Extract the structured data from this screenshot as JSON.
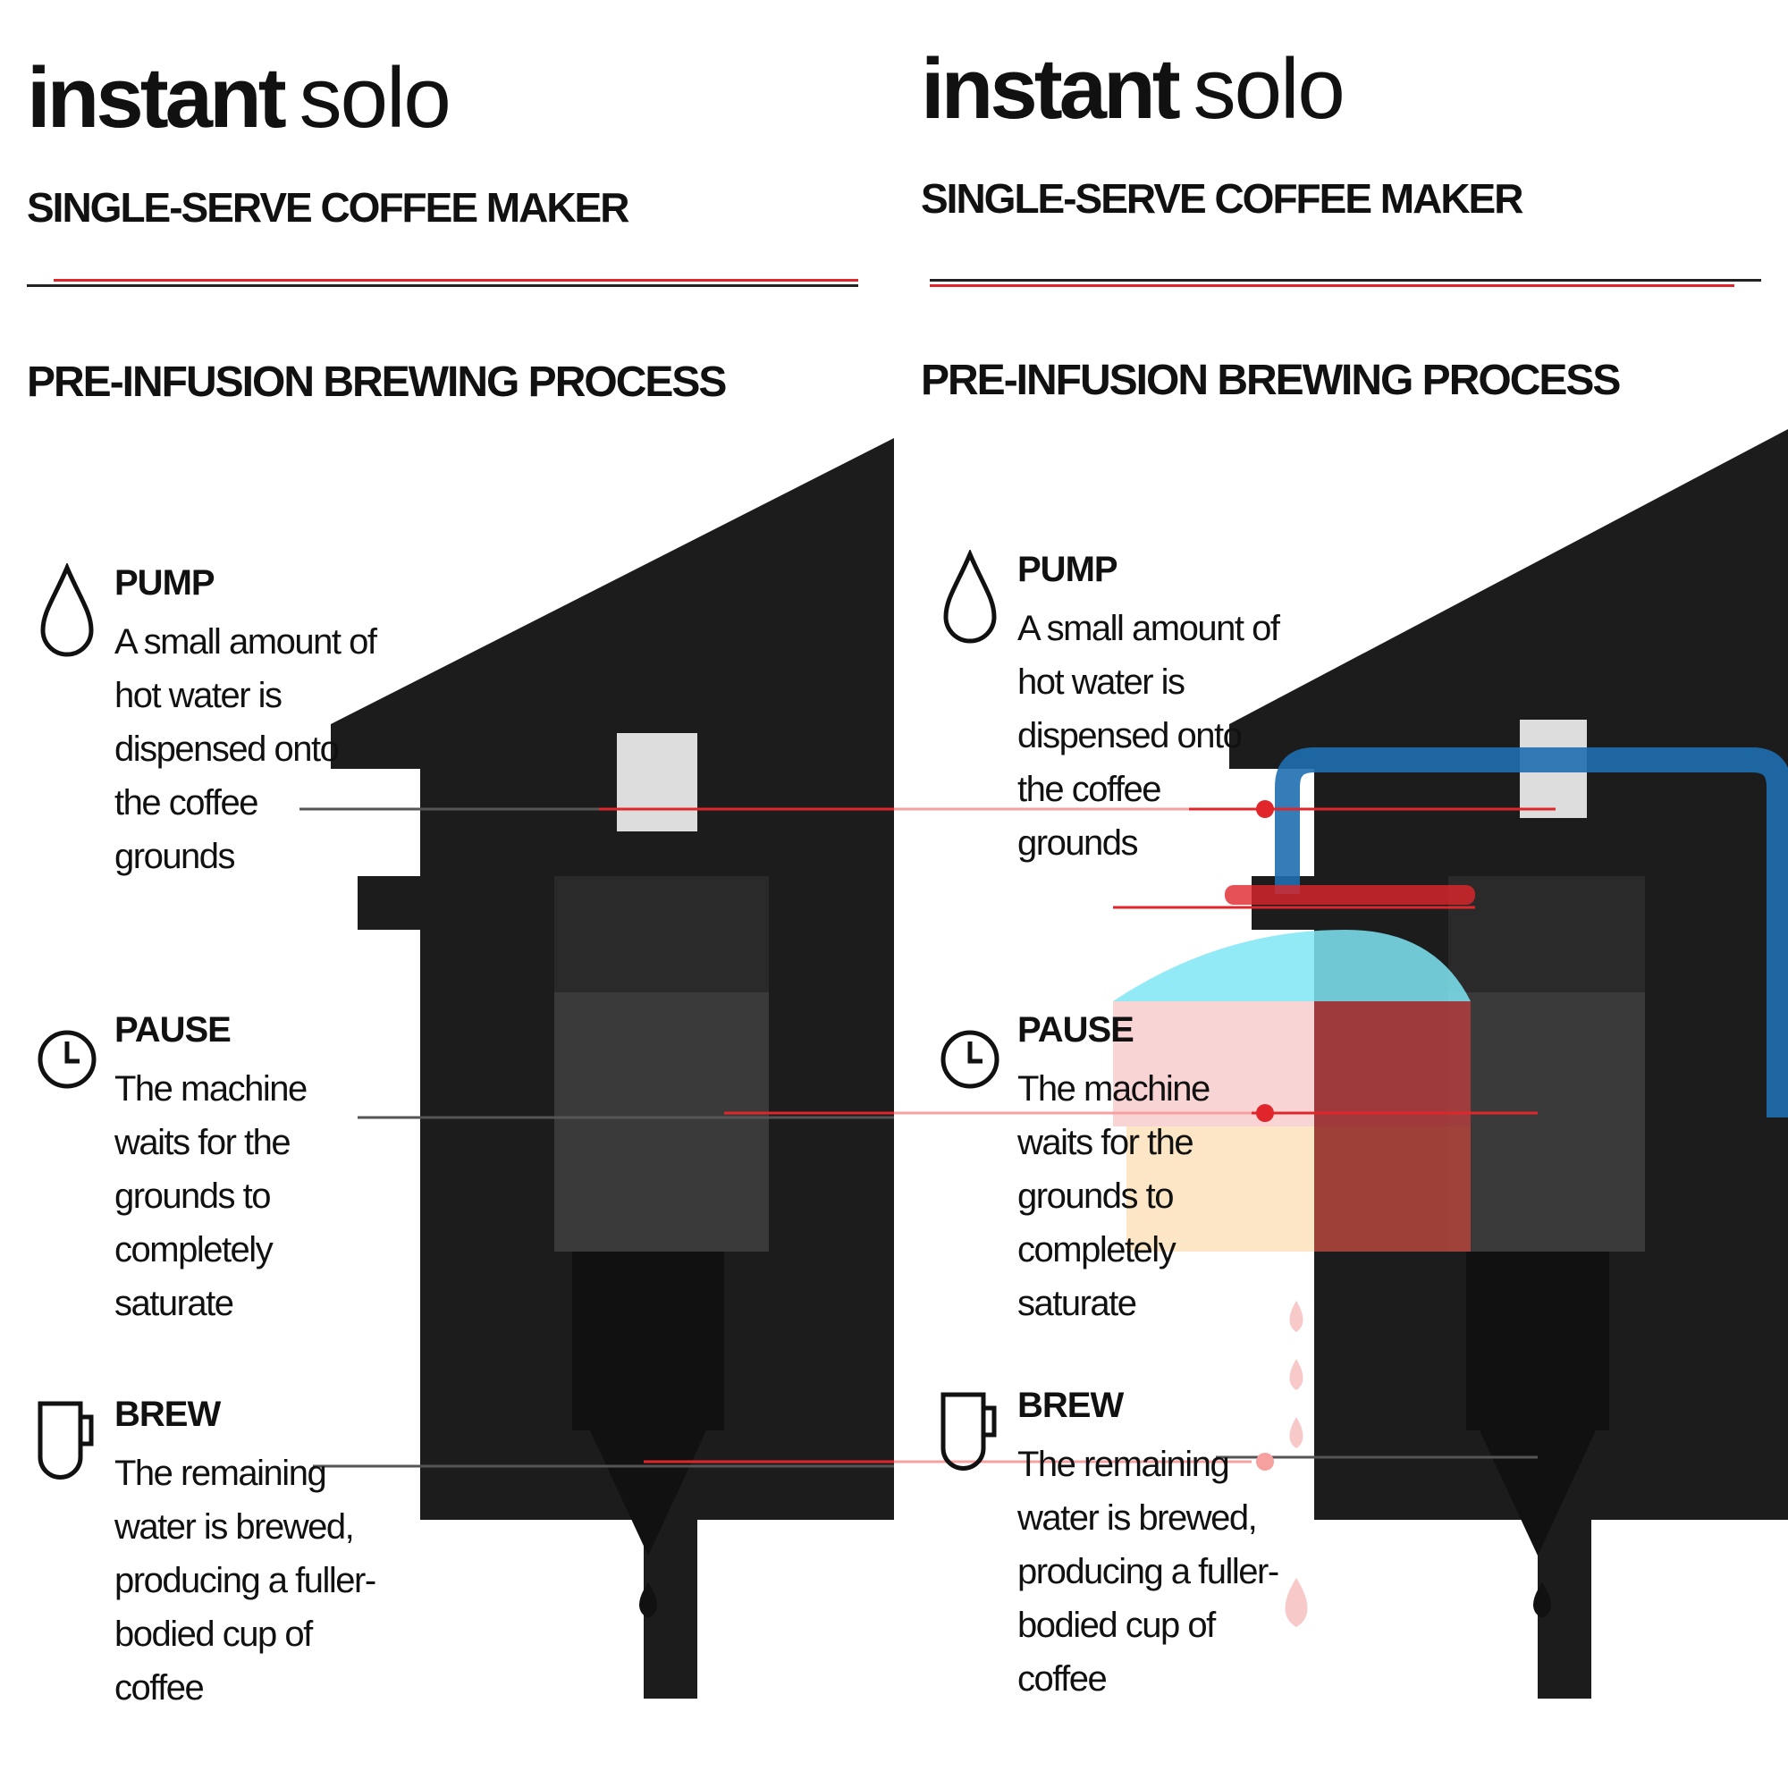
{
  "brand": {
    "name": "instant",
    "product": "solo",
    "subtitle": "SINGLE-SERVE COFFEE MAKER"
  },
  "heading": "PRE-INFUSION BREWING PROCESS",
  "steps": [
    {
      "title": "PUMP",
      "icon": "water-drop-icon",
      "desc": "A small amount of hot water is dispensed onto the coffee grounds"
    },
    {
      "title": "PAUSE",
      "icon": "timer-icon",
      "desc": "The machine waits for the grounds to completely saturate"
    },
    {
      "title": "BREW",
      "icon": "coffee-cup-icon",
      "desc": "The remaining water is brewed, producing a fuller-bodied cup of coffee"
    }
  ],
  "colors": {
    "accent": "#e0262b",
    "machine": "#1c1c1c",
    "water": "#1f6fb0",
    "cyan": "#7fe6f5",
    "pink": "#f7c9c9",
    "orange": "#fbe0b8"
  }
}
